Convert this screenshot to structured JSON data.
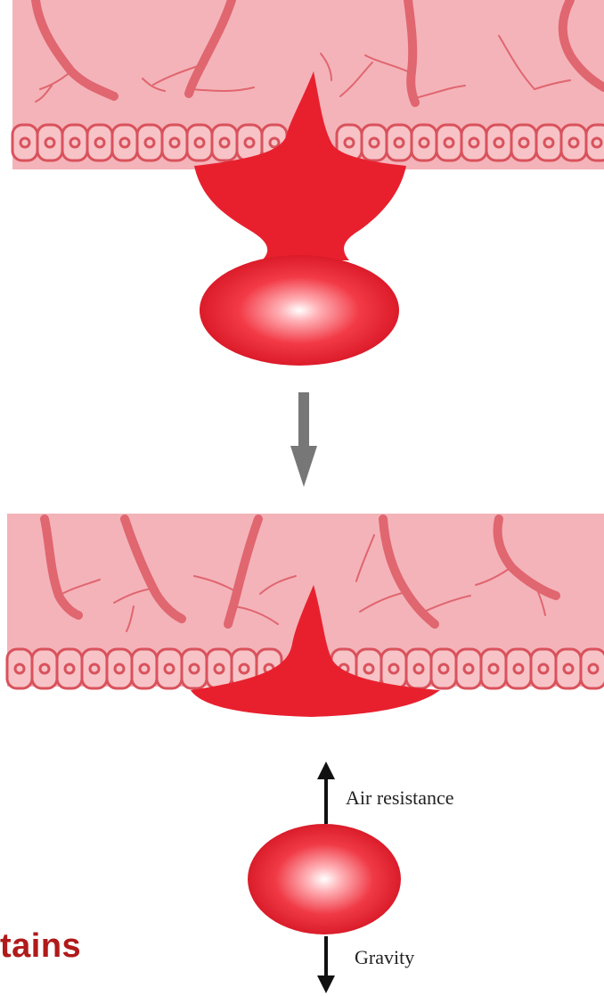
{
  "labels": {
    "air_resistance": "Air resistance",
    "gravity": "Gravity",
    "caption_fragment": "tains"
  },
  "colors": {
    "tissue": "#f4b3b9",
    "cell_fill": "#f7c3c7",
    "cell_outline": "#d9525c",
    "vessel": "#e06670",
    "blood": "#e8202e",
    "caption": "#b01a1a",
    "process_arrow": "#777777",
    "force_arrow": "#111111"
  }
}
